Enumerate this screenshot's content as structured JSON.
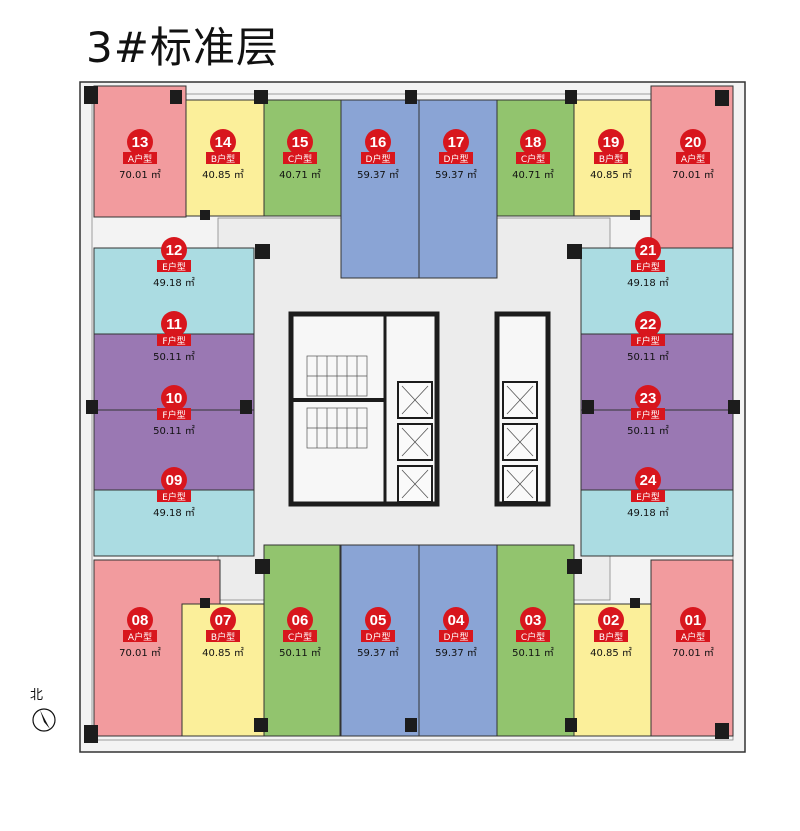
{
  "title": "3#标准层",
  "north_label": "北",
  "colors": {
    "A": "#f29b9e",
    "B": "#fbef9a",
    "C": "#92c46e",
    "D": "#8aa4d5",
    "E": "#abdce2",
    "F": "#9a78b3",
    "badge": "#d8161d",
    "wall": "#1c1c1c",
    "corridor": "#ebebeb",
    "frame": "#f2f2f2"
  },
  "units": [
    {
      "num": "13",
      "type": "A户型",
      "area": "70.01 ㎡"
    },
    {
      "num": "14",
      "type": "B户型",
      "area": "40.85 ㎡"
    },
    {
      "num": "15",
      "type": "C户型",
      "area": "40.71 ㎡"
    },
    {
      "num": "16",
      "type": "D户型",
      "area": "59.37 ㎡"
    },
    {
      "num": "17",
      "type": "D户型",
      "area": "59.37 ㎡"
    },
    {
      "num": "18",
      "type": "C户型",
      "area": "40.71 ㎡"
    },
    {
      "num": "19",
      "type": "B户型",
      "area": "40.85 ㎡"
    },
    {
      "num": "20",
      "type": "A户型",
      "area": "70.01 ㎡"
    },
    {
      "num": "12",
      "type": "E户型",
      "area": "49.18 ㎡"
    },
    {
      "num": "11",
      "type": "F户型",
      "area": "50.11 ㎡"
    },
    {
      "num": "10",
      "type": "F户型",
      "area": "50.11 ㎡"
    },
    {
      "num": "09",
      "type": "E户型",
      "area": "49.18 ㎡"
    },
    {
      "num": "21",
      "type": "E户型",
      "area": "49.18 ㎡"
    },
    {
      "num": "22",
      "type": "F户型",
      "area": "50.11 ㎡"
    },
    {
      "num": "23",
      "type": "F户型",
      "area": "50.11 ㎡"
    },
    {
      "num": "24",
      "type": "E户型",
      "area": "49.18 ㎡"
    },
    {
      "num": "08",
      "type": "A户型",
      "area": "70.01 ㎡"
    },
    {
      "num": "07",
      "type": "B户型",
      "area": "40.85 ㎡"
    },
    {
      "num": "06",
      "type": "C户型",
      "area": "50.11 ㎡"
    },
    {
      "num": "05",
      "type": "D户型",
      "area": "59.37 ㎡"
    },
    {
      "num": "04",
      "type": "D户型",
      "area": "59.37 ㎡"
    },
    {
      "num": "03",
      "type": "C户型",
      "area": "50.11 ㎡"
    },
    {
      "num": "02",
      "type": "B户型",
      "area": "40.85 ㎡"
    },
    {
      "num": "01",
      "type": "A户型",
      "area": "70.01 ㎡"
    }
  ]
}
